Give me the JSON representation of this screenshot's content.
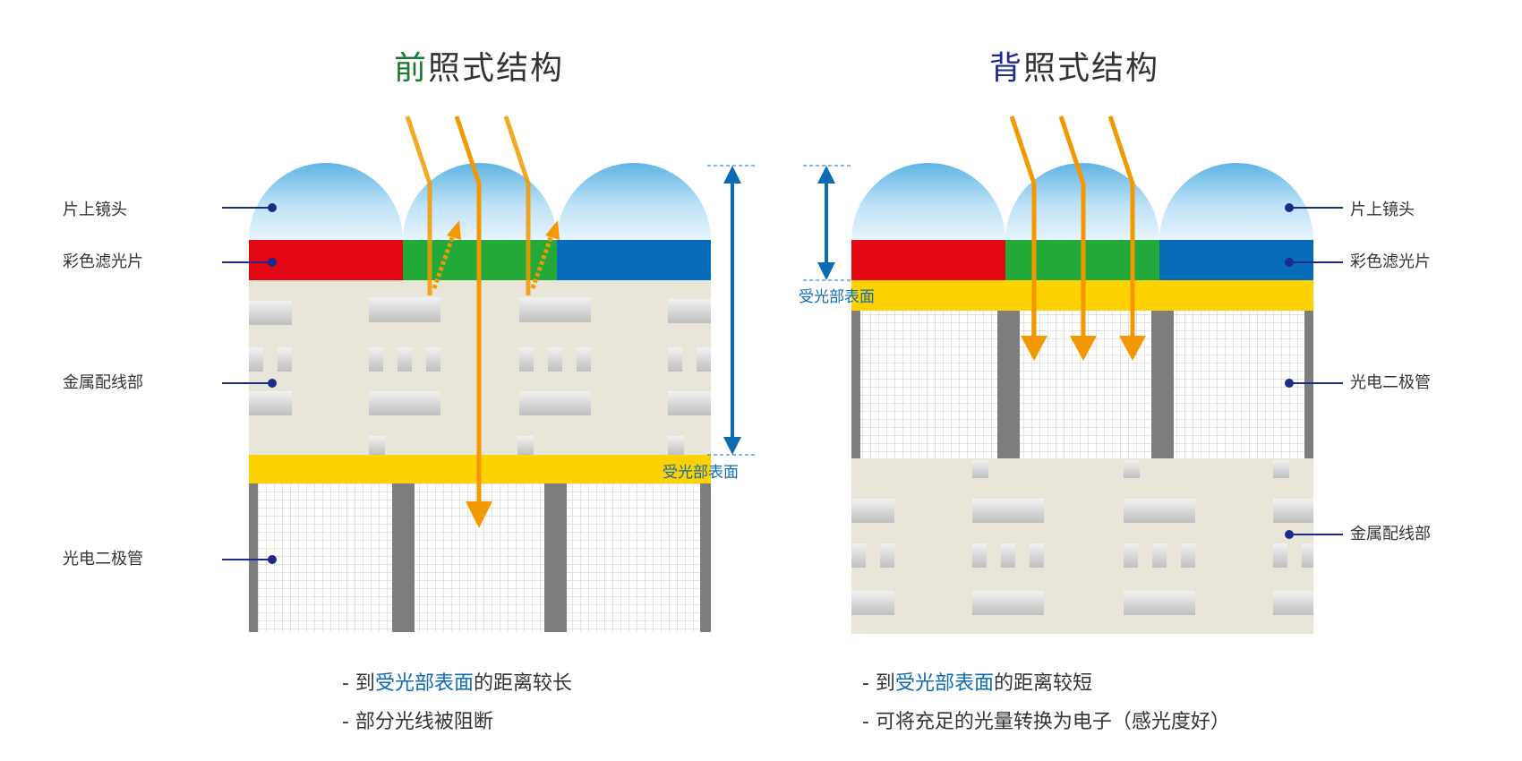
{
  "colors": {
    "green_accent": "#1a7a2e",
    "blue_accent": "#1c2a8a",
    "highlight_blue": "#0d6bb3",
    "lens": "#9fd3f2",
    "filter_red": "#e30613",
    "filter_green": "#22a93a",
    "filter_blue": "#066bb8",
    "yellow": "#fed100",
    "wiring_bg": "#e9e5d9",
    "light_ray": "#f39800",
    "grid_separator": "#7d7d7d",
    "leader_line": "#1c2a8a"
  },
  "front": {
    "title_accent": "前",
    "title_rest": "照式结构",
    "labels": {
      "lens": "片上镜头",
      "color_filter": "彩色滤光片",
      "metal_wiring": "金属配线部",
      "photodiode": "光电二极管"
    },
    "surface_label": "受光部表面",
    "bullets": [
      {
        "prefix": "- 到",
        "highlight": "受光部表面",
        "suffix": "的距离较长"
      },
      {
        "prefix": "- 部分光线被阻断",
        "highlight": "",
        "suffix": ""
      }
    ]
  },
  "back": {
    "title_accent": "背",
    "title_rest": "照式结构",
    "labels": {
      "lens": "片上镜头",
      "color_filter": "彩色滤光片",
      "photodiode": "光电二极管",
      "metal_wiring": "金属配线部"
    },
    "surface_label": "受光部表面",
    "bullets": [
      {
        "prefix": "- 到",
        "highlight": "受光部表面",
        "suffix": "的距离较短"
      },
      {
        "prefix": "- 可将充足的光量转换为电子（感光度好）",
        "highlight": "",
        "suffix": ""
      }
    ]
  }
}
